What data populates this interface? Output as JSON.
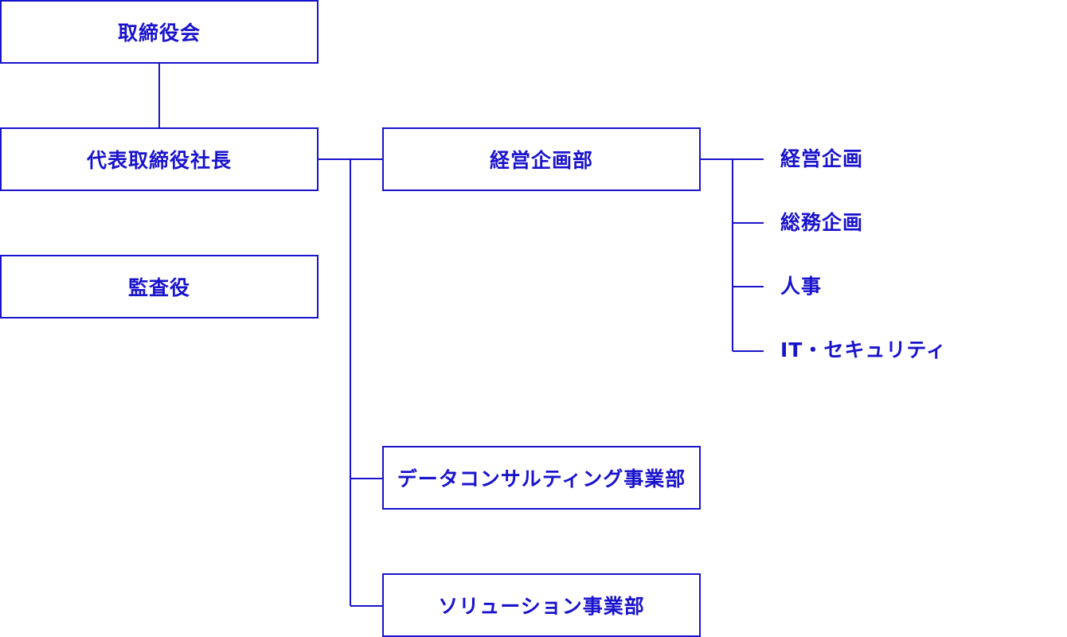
{
  "colors": {
    "accent": "#1a13cc",
    "background": "#ffffff"
  },
  "org_chart": {
    "board": "取締役会",
    "president": "代表取締役社長",
    "auditor": "監査役",
    "departments": {
      "management_planning": "経営企画部",
      "data_consulting": "データコンサルティング事業部",
      "solutions": "ソリューション事業部"
    },
    "sub_units": [
      "経営企画",
      "総務企画",
      "人事",
      "IT・セキュリティ"
    ]
  }
}
